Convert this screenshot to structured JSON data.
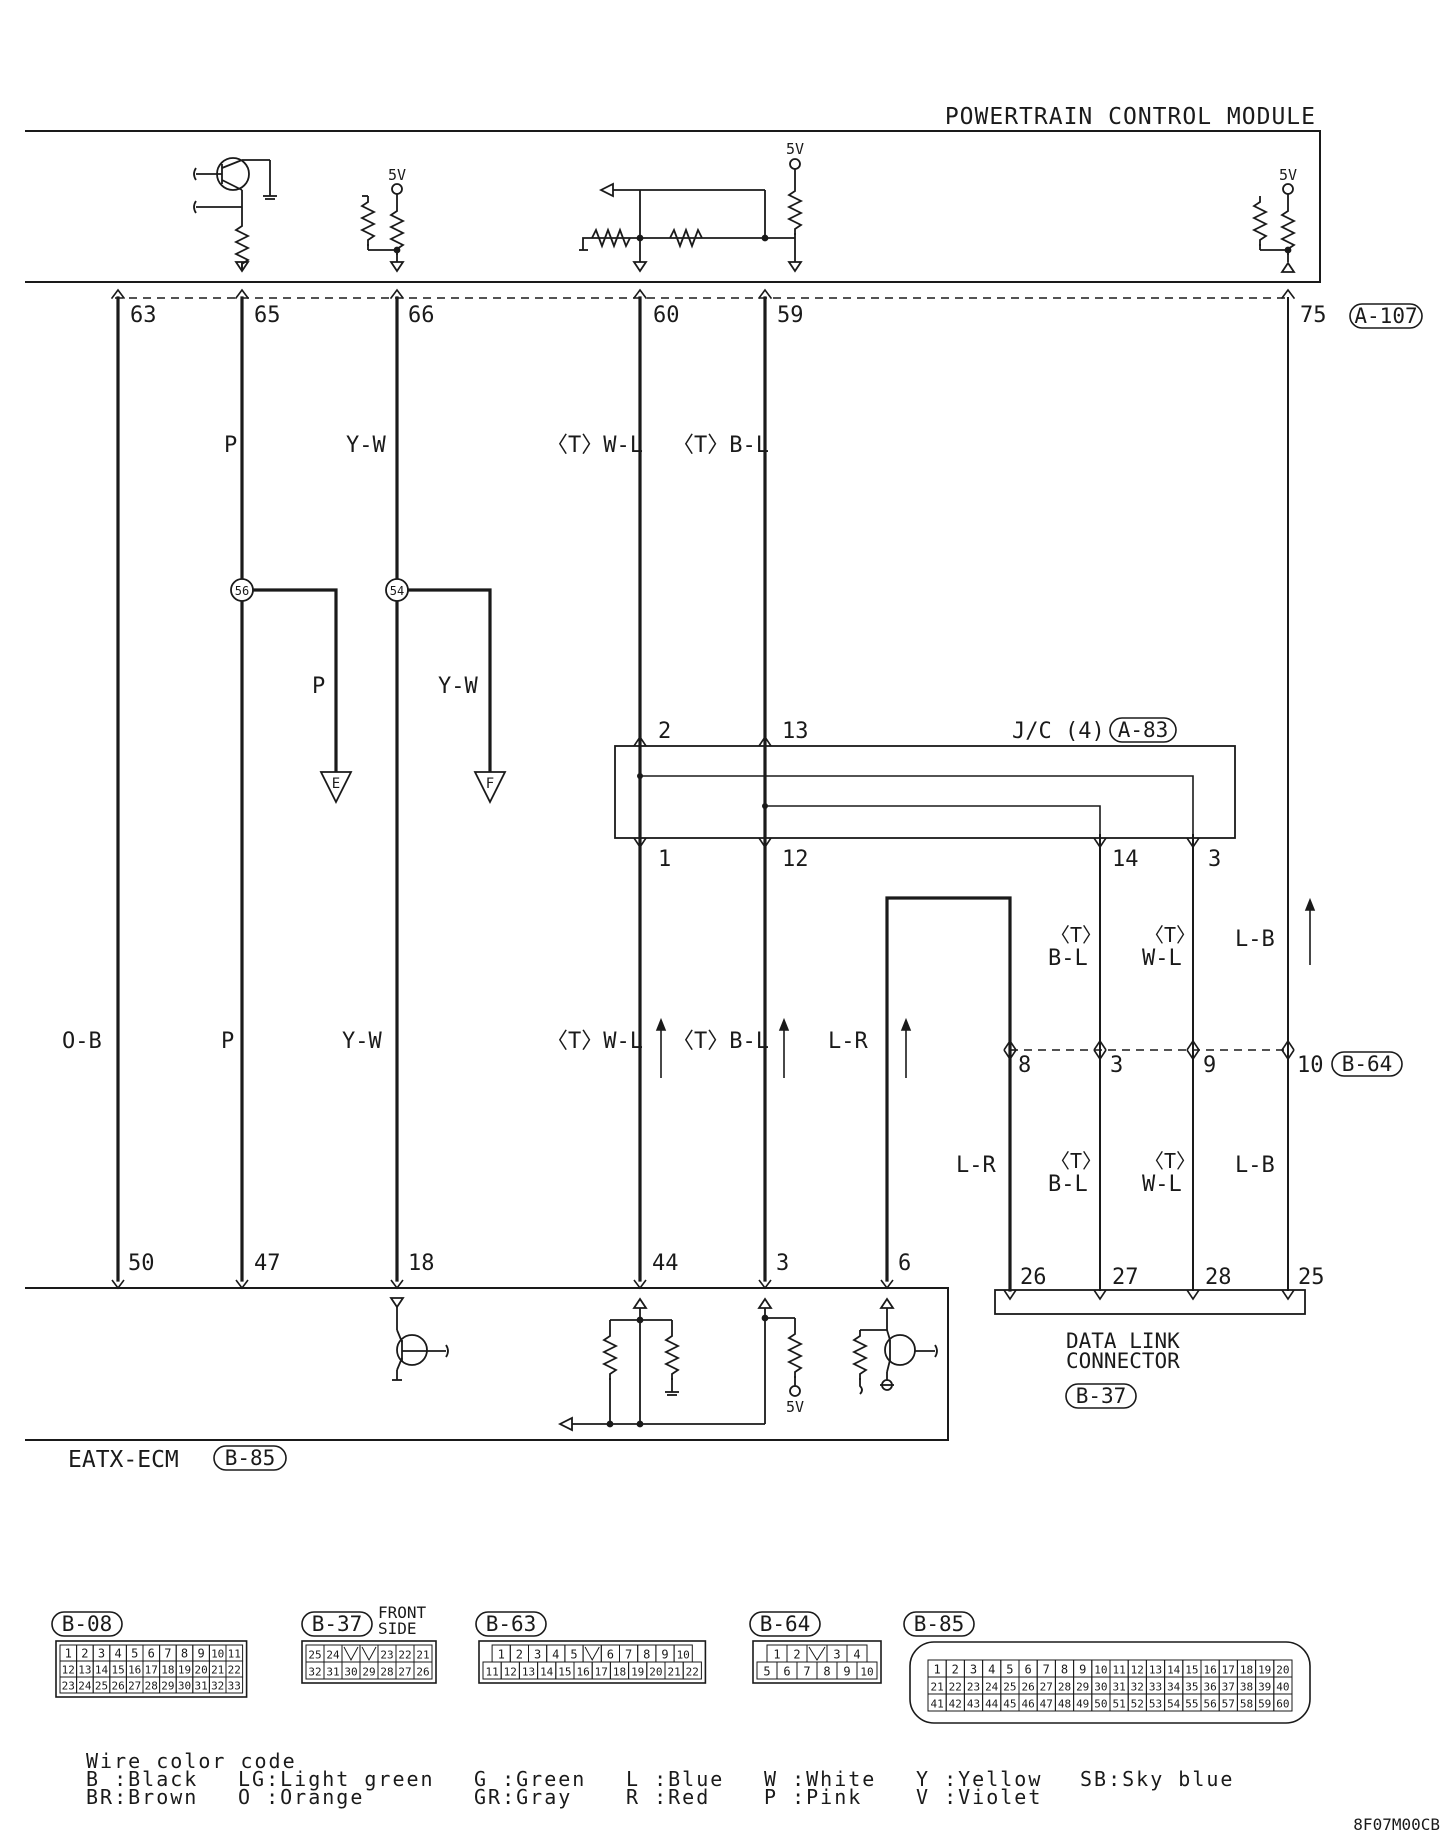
{
  "modules": {
    "pcm": "POWERTRAIN CONTROL MODULE",
    "pcm_conn": "A-107",
    "ecm": "EATX-ECM",
    "ecm_conn": "B-85",
    "jc": "J/C (4)",
    "jc_conn": "A-83",
    "dlc_line1": "DATA LINK",
    "dlc_line2": "CONNECTOR",
    "dlc_conn": "B-37",
    "mid_conn": "B-64"
  },
  "pcm_pins": [
    "63",
    "65",
    "66",
    "60",
    "59",
    "75"
  ],
  "ecm_pins": [
    "50",
    "47",
    "18",
    "44",
    "3",
    "6"
  ],
  "jc_pins_top": [
    "2",
    "13"
  ],
  "jc_pins_bottom": [
    "1",
    "12",
    "14",
    "3"
  ],
  "mid_pins": [
    "8",
    "3",
    "9",
    "10"
  ],
  "dlc_pins": [
    "26",
    "27",
    "28",
    "25"
  ],
  "splices": [
    "56",
    "54"
  ],
  "grounds": [
    "E",
    "F"
  ],
  "supply": "5V",
  "wire_labels": {
    "p": "P",
    "yw": "Y-W",
    "twl": "〈T〉W-L",
    "tbl": "〈T〉B-L",
    "ob": "O-B",
    "lr": "L-R",
    "lb": "L-B",
    "t": "〈T〉",
    "bl": "B-L",
    "wl": "W-L"
  },
  "connectors": [
    {
      "id": "B-08",
      "rows": [
        [
          "1",
          "2",
          "3",
          "4",
          "5",
          "6",
          "7",
          "8",
          "9",
          "10",
          "11"
        ],
        [
          "12",
          "13",
          "14",
          "15",
          "16",
          "17",
          "18",
          "19",
          "20",
          "21",
          "22"
        ],
        [
          "23",
          "24",
          "25",
          "26",
          "27",
          "28",
          "29",
          "30",
          "31",
          "32",
          "33"
        ]
      ]
    },
    {
      "id": "B-37",
      "note1": "FRONT",
      "note2": "SIDE",
      "rows": [
        [
          "25",
          "24",
          "",
          "",
          "23",
          "22",
          "21"
        ],
        [
          "32",
          "31",
          "30",
          "29",
          "28",
          "27",
          "26"
        ]
      ]
    },
    {
      "id": "B-63",
      "rows": [
        [
          "1",
          "2",
          "3",
          "4",
          "5",
          "",
          "6",
          "7",
          "8",
          "9",
          "10"
        ],
        [
          "11",
          "12",
          "13",
          "14",
          "15",
          "16",
          "17",
          "18",
          "19",
          "20",
          "21",
          "22"
        ]
      ]
    },
    {
      "id": "B-64",
      "rows": [
        [
          "1",
          "2",
          "",
          "3",
          "4"
        ],
        [
          "5",
          "6",
          "7",
          "8",
          "9",
          "10"
        ]
      ]
    },
    {
      "id": "B-85",
      "rows": [
        [
          "1",
          "2",
          "3",
          "4",
          "5",
          "6",
          "7",
          "8",
          "9",
          "10",
          "11",
          "12",
          "13",
          "14",
          "15",
          "16",
          "17",
          "18",
          "19",
          "20"
        ],
        [
          "21",
          "22",
          "23",
          "24",
          "25",
          "26",
          "27",
          "28",
          "29",
          "30",
          "31",
          "32",
          "33",
          "34",
          "35",
          "36",
          "37",
          "38",
          "39",
          "40"
        ],
        [
          "41",
          "42",
          "43",
          "44",
          "45",
          "46",
          "47",
          "48",
          "49",
          "50",
          "51",
          "52",
          "53",
          "54",
          "55",
          "56",
          "57",
          "58",
          "59",
          "60"
        ]
      ]
    }
  ],
  "color_code": {
    "title": "Wire color code",
    "entries": [
      [
        "B :Black",
        "BR:Brown"
      ],
      [
        "LG:Light green",
        "O :Orange"
      ],
      [
        "G :Green",
        "GR:Gray"
      ],
      [
        "L :Blue",
        "R :Red"
      ],
      [
        "W :White",
        "P :Pink"
      ],
      [
        "Y :Yellow",
        "V :Violet"
      ],
      [
        "SB:Sky blue",
        ""
      ]
    ]
  },
  "figure_id": "8F07M00CB"
}
